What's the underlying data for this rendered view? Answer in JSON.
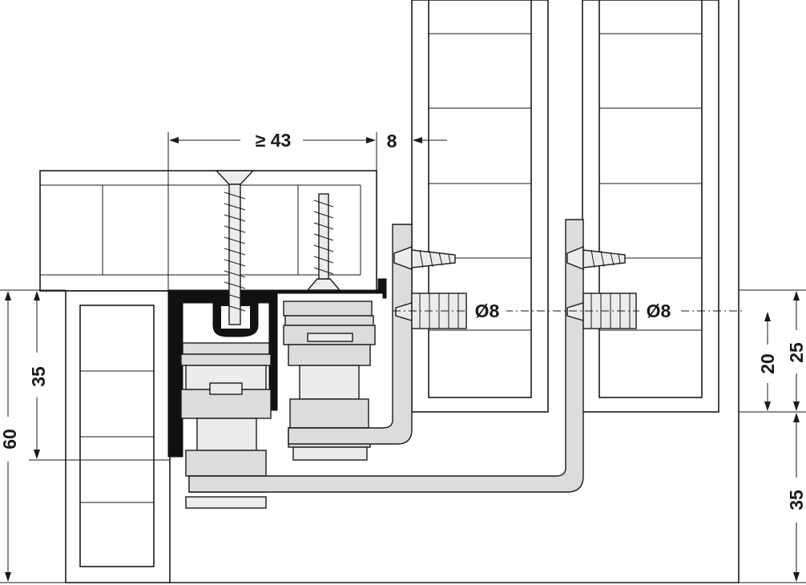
{
  "dimensions": {
    "min_depth": "≥ 43",
    "gap": "8",
    "dowel_diameter_left": "Ø8",
    "dowel_diameter_right": "Ø8",
    "left_height_35": "35",
    "left_total_60": "60",
    "right_20": "20",
    "right_25": "25",
    "right_35": "35"
  },
  "colors": {
    "line": "#1a1a1a",
    "hardware_fill": "#dcdcdc",
    "panel_fill": "#ffffff",
    "profile_fill": "#111111"
  }
}
